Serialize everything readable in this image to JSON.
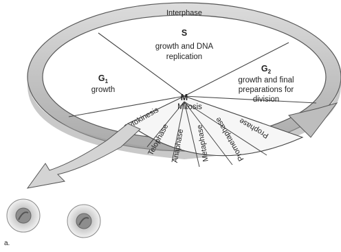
{
  "diagram": {
    "ring_label": "Interphase",
    "s_phase": {
      "letter": "S",
      "line1": "growth and DNA",
      "line2": "replication"
    },
    "g1_phase": {
      "letter": "G",
      "subscript": "1",
      "label": "growth"
    },
    "g2_phase": {
      "letter": "G",
      "subscript": "2",
      "line1": "growth and final",
      "line2": "preparations for",
      "line3": "division"
    },
    "m_phase": {
      "letter": "M",
      "label": "Mitosis"
    },
    "mitosis_stages": [
      "Cytokinesis",
      "Telophase",
      "Anaphase",
      "Metaphase",
      "Prometaphase",
      "Prophase"
    ],
    "panel_label": "a."
  },
  "colors": {
    "ring_fill": "#c9c9c9",
    "ring_stroke": "#555555",
    "disc_fill": "#ffffff",
    "arrow_fill": "#d4d4d4"
  }
}
